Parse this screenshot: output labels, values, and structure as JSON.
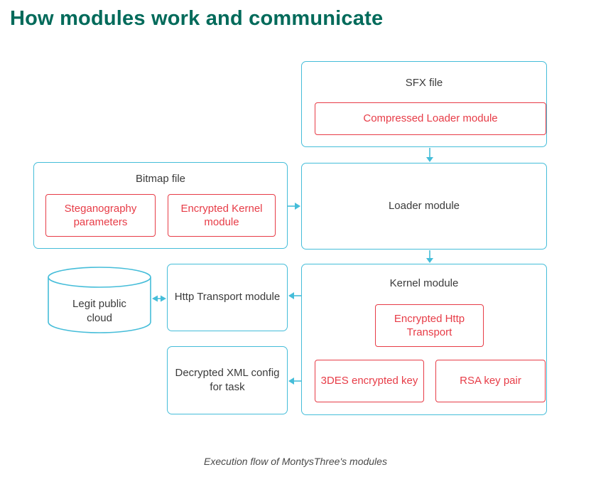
{
  "title": "How modules work and communicate",
  "caption": "Execution flow of MontysThree's modules",
  "colors": {
    "accent_cyan": "#45bdd9",
    "accent_red": "#e73c47",
    "title_green": "#006a5a",
    "text_dark": "#3b3b3b"
  },
  "diagram": {
    "sfx_file": {
      "label": "SFX file",
      "inner": "Compressed Loader module"
    },
    "bitmap_file": {
      "label": "Bitmap file",
      "inner1": "Steganography parameters",
      "inner2": "Encrypted Kernel module"
    },
    "loader_module": {
      "label": "Loader module"
    },
    "kernel_module": {
      "label": "Kernel module",
      "inner1": "Encrypted Http Transport",
      "inner2": "3DES encrypted key",
      "inner3": "RSA key pair"
    },
    "http_transport": {
      "label": "Http Transport module"
    },
    "decrypted_xml": {
      "label": "Decrypted XML config for task"
    },
    "cloud": {
      "label": "Legit public cloud"
    }
  }
}
